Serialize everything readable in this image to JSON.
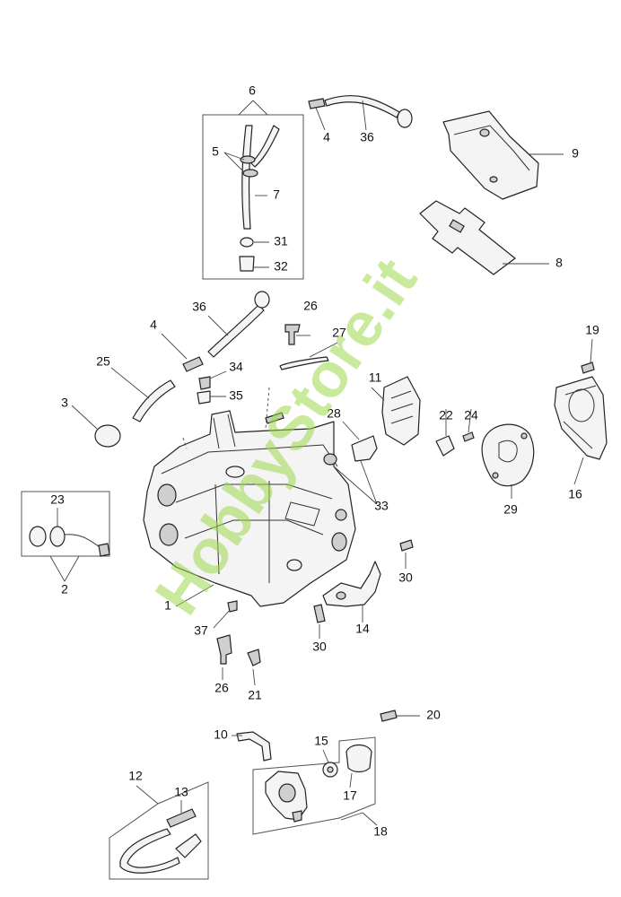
{
  "watermark": "HobbyStore.it",
  "callouts": {
    "c6": "6",
    "c5": "5",
    "c7": "7",
    "c31": "31",
    "c32": "32",
    "c4a": "4",
    "c36a": "36",
    "c9": "9",
    "c8": "8",
    "c36b": "36",
    "c26a": "26",
    "c27": "27",
    "c4b": "4",
    "c25": "25",
    "c34": "34",
    "c35": "35",
    "c3": "3",
    "c11": "11",
    "c28": "28",
    "c22": "22",
    "c24": "24",
    "c19": "19",
    "c16": "16",
    "c29": "29",
    "c33": "33",
    "c23": "23",
    "c2": "2",
    "c1": "1",
    "c30a": "30",
    "c30b": "30",
    "c14": "14",
    "c37": "37",
    "c26b": "26",
    "c21": "21",
    "c20": "20",
    "c10": "10",
    "c15": "15",
    "c12": "12",
    "c13": "13",
    "c17": "17",
    "c18": "18"
  },
  "colors": {
    "watermark": "#9dd84a",
    "line": "#222222"
  }
}
